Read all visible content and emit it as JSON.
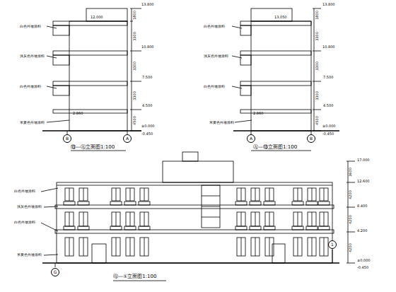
{
  "diagram": {
    "nodes": [
      {
        "text": [
          "B"
        ]
      },
      {
        "text": [
          "A"
        ]
      },
      {
        "text": [
          "A"
        ]
      },
      {
        "text": [
          "B"
        ]
      },
      {
        "text": [
          "G"
        ]
      },
      {
        "text": [
          "1"
        ]
      }
    ],
    "labels": [
      "13.800",
      "12.000",
      "10.800",
      "7.500",
      "4.500",
      "2.860",
      "±0.000",
      "-0.450",
      "1800",
      "3300",
      "3300",
      "3300",
      "4500",
      "白色外墙涂料",
      "浅灰色外墙涂料",
      "白色外墙涂料",
      "米黄色外墙涂料",
      "⑬—Ⓐ立面图1:100",
      "13.800",
      "13.050",
      "10.800",
      "7.500",
      "4.500",
      "2.860",
      "±0.000",
      "-0.450",
      "1800",
      "3300",
      "3300",
      "3300",
      "4500",
      "白色外墙涂料",
      "浅灰色外墙涂料",
      "白色外墙涂料",
      "米黄色外墙涂料",
      "Ⓐ—⑬立面图1:100",
      "17.000",
      "12.600",
      "8.400",
      "4.200",
      "±0.000",
      "-0.450",
      "3600",
      "4200",
      "4200",
      "4200",
      "白色外墙涂料",
      "浅灰色外墙涂料",
      "白色外墙涂料",
      "米黄色外墙涂料",
      "Ⓖ—①立面图1:100"
    ]
  }
}
